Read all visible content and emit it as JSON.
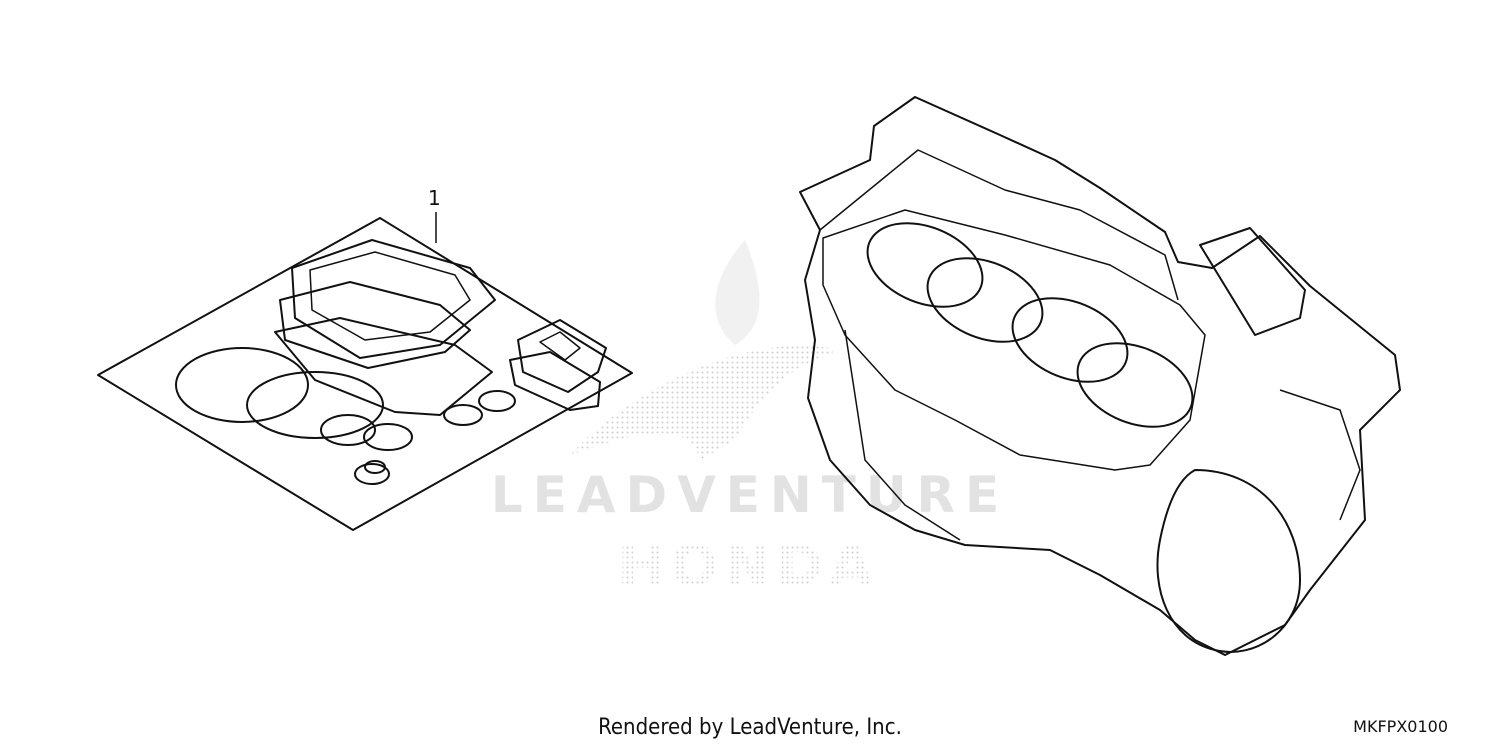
{
  "callouts": [
    {
      "id": "1",
      "label": "1"
    }
  ],
  "watermark": {
    "brand_text": "LEADVENTURE",
    "maker_text": "HONDA"
  },
  "footer": {
    "credit": "Rendered by LeadVenture, Inc.",
    "diagram_code": "MKFPX0100"
  },
  "colors": {
    "line": "#111111",
    "watermark": "#e2e2e2",
    "background": "#ffffff"
  }
}
